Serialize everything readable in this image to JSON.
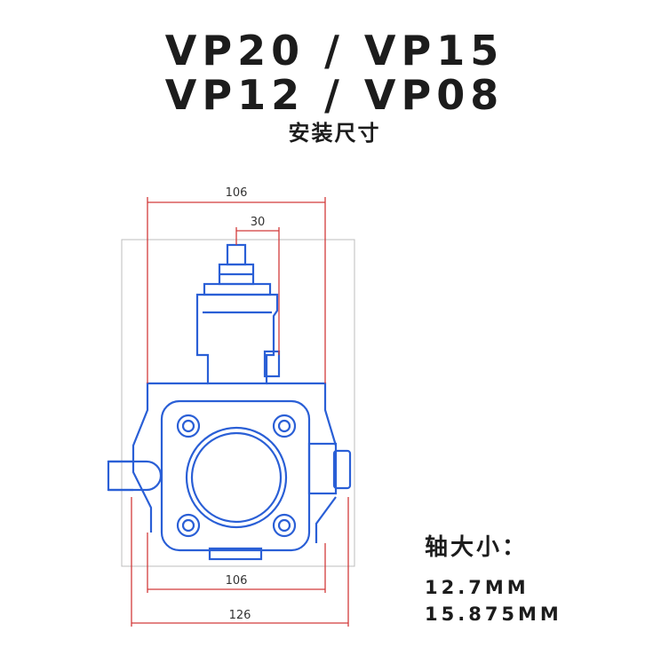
{
  "title": {
    "line1": "VP20 / VP15",
    "line2": "VP12 / VP08",
    "subtitle": "安装尺寸"
  },
  "dimensions": {
    "top_width": "106",
    "top_offset": "30",
    "bottom_inner": "106",
    "bottom_outer": "126"
  },
  "shaft": {
    "label": "轴大小：",
    "sizes": [
      "12.7MM",
      "15.875MM"
    ]
  },
  "colors": {
    "body": "#2a5fd6",
    "dimension": "#d23b3b",
    "text": "#1c1c1c"
  }
}
